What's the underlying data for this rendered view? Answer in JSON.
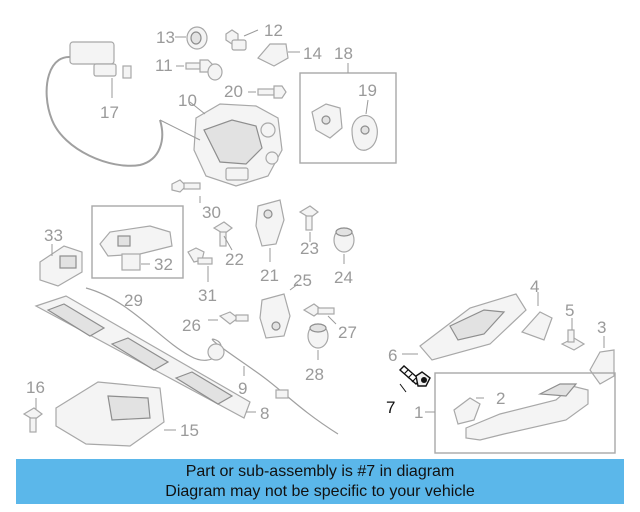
{
  "diagram": {
    "callouts": {
      "c1": "1",
      "c2": "2",
      "c3": "3",
      "c4": "4",
      "c5": "5",
      "c6": "6",
      "c7": "7",
      "c8": "8",
      "c9": "9",
      "c10": "10",
      "c11": "11",
      "c12": "12",
      "c13": "13",
      "c14": "14",
      "c15": "15",
      "c16": "16",
      "c17": "17",
      "c18": "18",
      "c19": "19",
      "c20": "20",
      "c21": "21",
      "c22": "22",
      "c23": "23",
      "c24": "24",
      "c25": "25",
      "c26": "26",
      "c27": "27",
      "c28": "28",
      "c29": "29",
      "c30": "30",
      "c31": "31",
      "c32": "32",
      "c33": "33"
    },
    "highlighted_part": "7",
    "colors": {
      "highlight": "#111111",
      "parts": "#a8a8a8",
      "banner": "#5bb7ea"
    }
  },
  "footer": {
    "line1": "Part or sub-assembly is #7 in diagram",
    "line2": "Diagram may not be specific to your vehicle"
  }
}
